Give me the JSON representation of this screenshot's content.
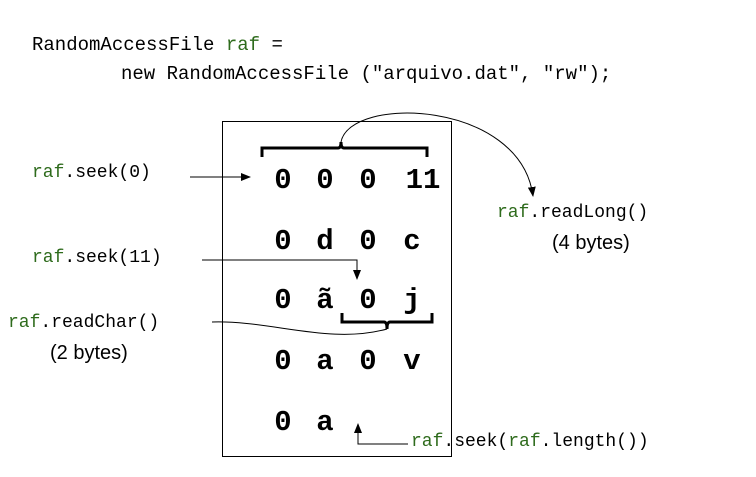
{
  "code": {
    "line1": {
      "class": "RandomAccessFile ",
      "var": "raf",
      "op": " ="
    },
    "line2": "new RandomAccessFile (\"arquivo.dat\", \"rw\");"
  },
  "file_rows": [
    [
      "0",
      "0",
      "0",
      "11"
    ],
    [
      "0",
      "d",
      "0",
      "c"
    ],
    [
      "0",
      "ã",
      "0",
      "j"
    ],
    [
      "0",
      "a",
      "0",
      "v"
    ],
    [
      "0",
      "a"
    ]
  ],
  "annotations": {
    "seek0": {
      "var": "raf",
      "call": ".seek(0)"
    },
    "seek11": {
      "var": "raf",
      "call": ".seek(11)"
    },
    "readChar": {
      "var": "raf",
      "call": ".readChar()",
      "note": "(2 bytes)"
    },
    "readLong": {
      "var": "raf",
      "call": ".readLong()",
      "note": "(4 bytes)"
    },
    "seekLength": {
      "var": "raf",
      "call1": ".seek(",
      "var2": "raf",
      "call2": ".length())"
    }
  },
  "colors": {
    "keyword": "#2e6b1c",
    "text": "#000000"
  }
}
